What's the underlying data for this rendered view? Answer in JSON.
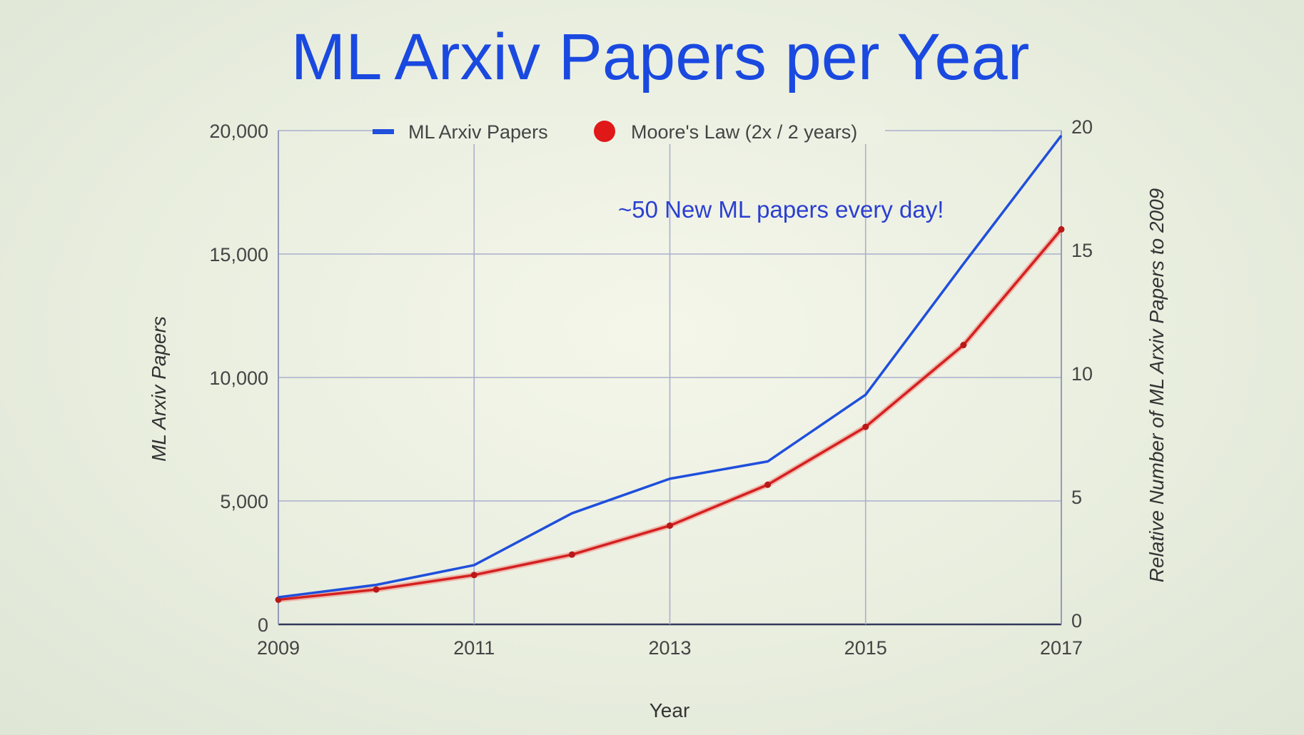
{
  "chart_data": {
    "type": "line",
    "title": "ML Arxiv Papers per Year",
    "xlabel": "Year",
    "ylabel": "ML Arxiv Papers",
    "y2label": "Relative Number of ML Arxiv Papers  to 2009",
    "x": [
      2009,
      2010,
      2011,
      2012,
      2013,
      2014,
      2015,
      2016,
      2017
    ],
    "x_ticks": [
      "2009",
      "2011",
      "2013",
      "2015",
      "2017"
    ],
    "xlim": [
      2009,
      2017
    ],
    "ylim": [
      0,
      20000
    ],
    "y_ticks": [
      "0",
      "5,000",
      "10,000",
      "15,000",
      "20,000"
    ],
    "y2lim": [
      0,
      20
    ],
    "y2_ticks": [
      "0",
      "5",
      "10",
      "15",
      "20"
    ],
    "grid": true,
    "legend_position": "top",
    "series": [
      {
        "name": "ML Arxiv Papers",
        "color": "#1f4fdc",
        "values": [
          1100,
          1600,
          2400,
          4500,
          5900,
          6600,
          9300,
          14600,
          19800
        ]
      },
      {
        "name": "Moore's Law (2x / 2 years)",
        "color": "#d42020",
        "values": [
          1000,
          1414,
          2000,
          2828,
          4000,
          5657,
          8000,
          11314,
          16000
        ]
      }
    ],
    "annotation": "~50 New ML papers every day!"
  }
}
